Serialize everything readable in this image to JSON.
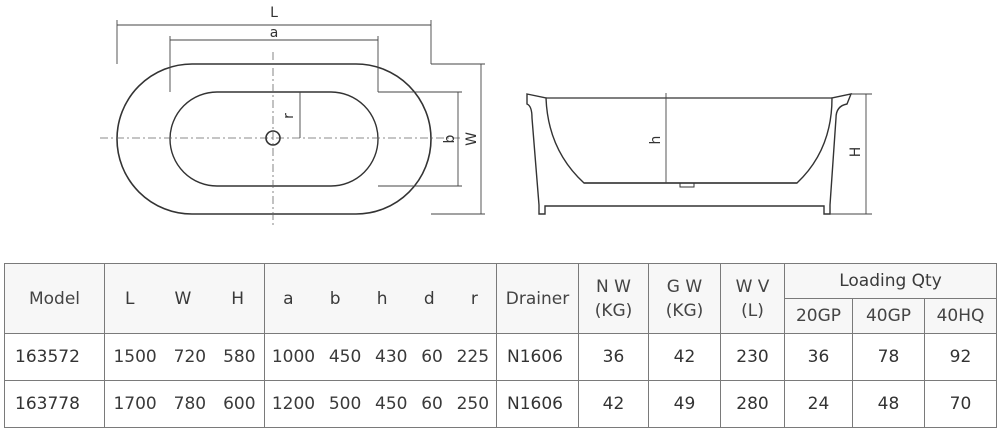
{
  "diagram_labels": {
    "L": "L",
    "a": "a",
    "r": "r",
    "b": "b",
    "W": "W",
    "h": "h",
    "H": "H"
  },
  "table": {
    "header": {
      "model": "Model",
      "L": "L",
      "W": "W",
      "H": "H",
      "a": "a",
      "b": "b",
      "h": "h",
      "d": "d",
      "r": "r",
      "drainer": "Drainer",
      "nw_1": "N W",
      "nw_2": "(KG)",
      "gw_1": "G W",
      "gw_2": "(KG)",
      "wv_1": "W V",
      "wv_2": "(L)",
      "loading": "Loading Qty",
      "gp20": "20GP",
      "gp40": "40GP",
      "hq40": "40HQ"
    },
    "rows": [
      {
        "model": "163572",
        "L": "1500",
        "W": "720",
        "H": "580",
        "a": "1000",
        "b": "450",
        "h": "430",
        "d": "60",
        "r": "225",
        "drainer": "N1606",
        "nw": "36",
        "gw": "42",
        "wv": "230",
        "gp20": "36",
        "gp40": "78",
        "hq40": "92"
      },
      {
        "model": "163778",
        "L": "1700",
        "W": "780",
        "H": "600",
        "a": "1200",
        "b": "500",
        "h": "450",
        "d": "60",
        "r": "250",
        "drainer": "N1606",
        "nw": "42",
        "gw": "49",
        "wv": "280",
        "gp20": "24",
        "gp40": "48",
        "hq40": "70"
      }
    ]
  }
}
